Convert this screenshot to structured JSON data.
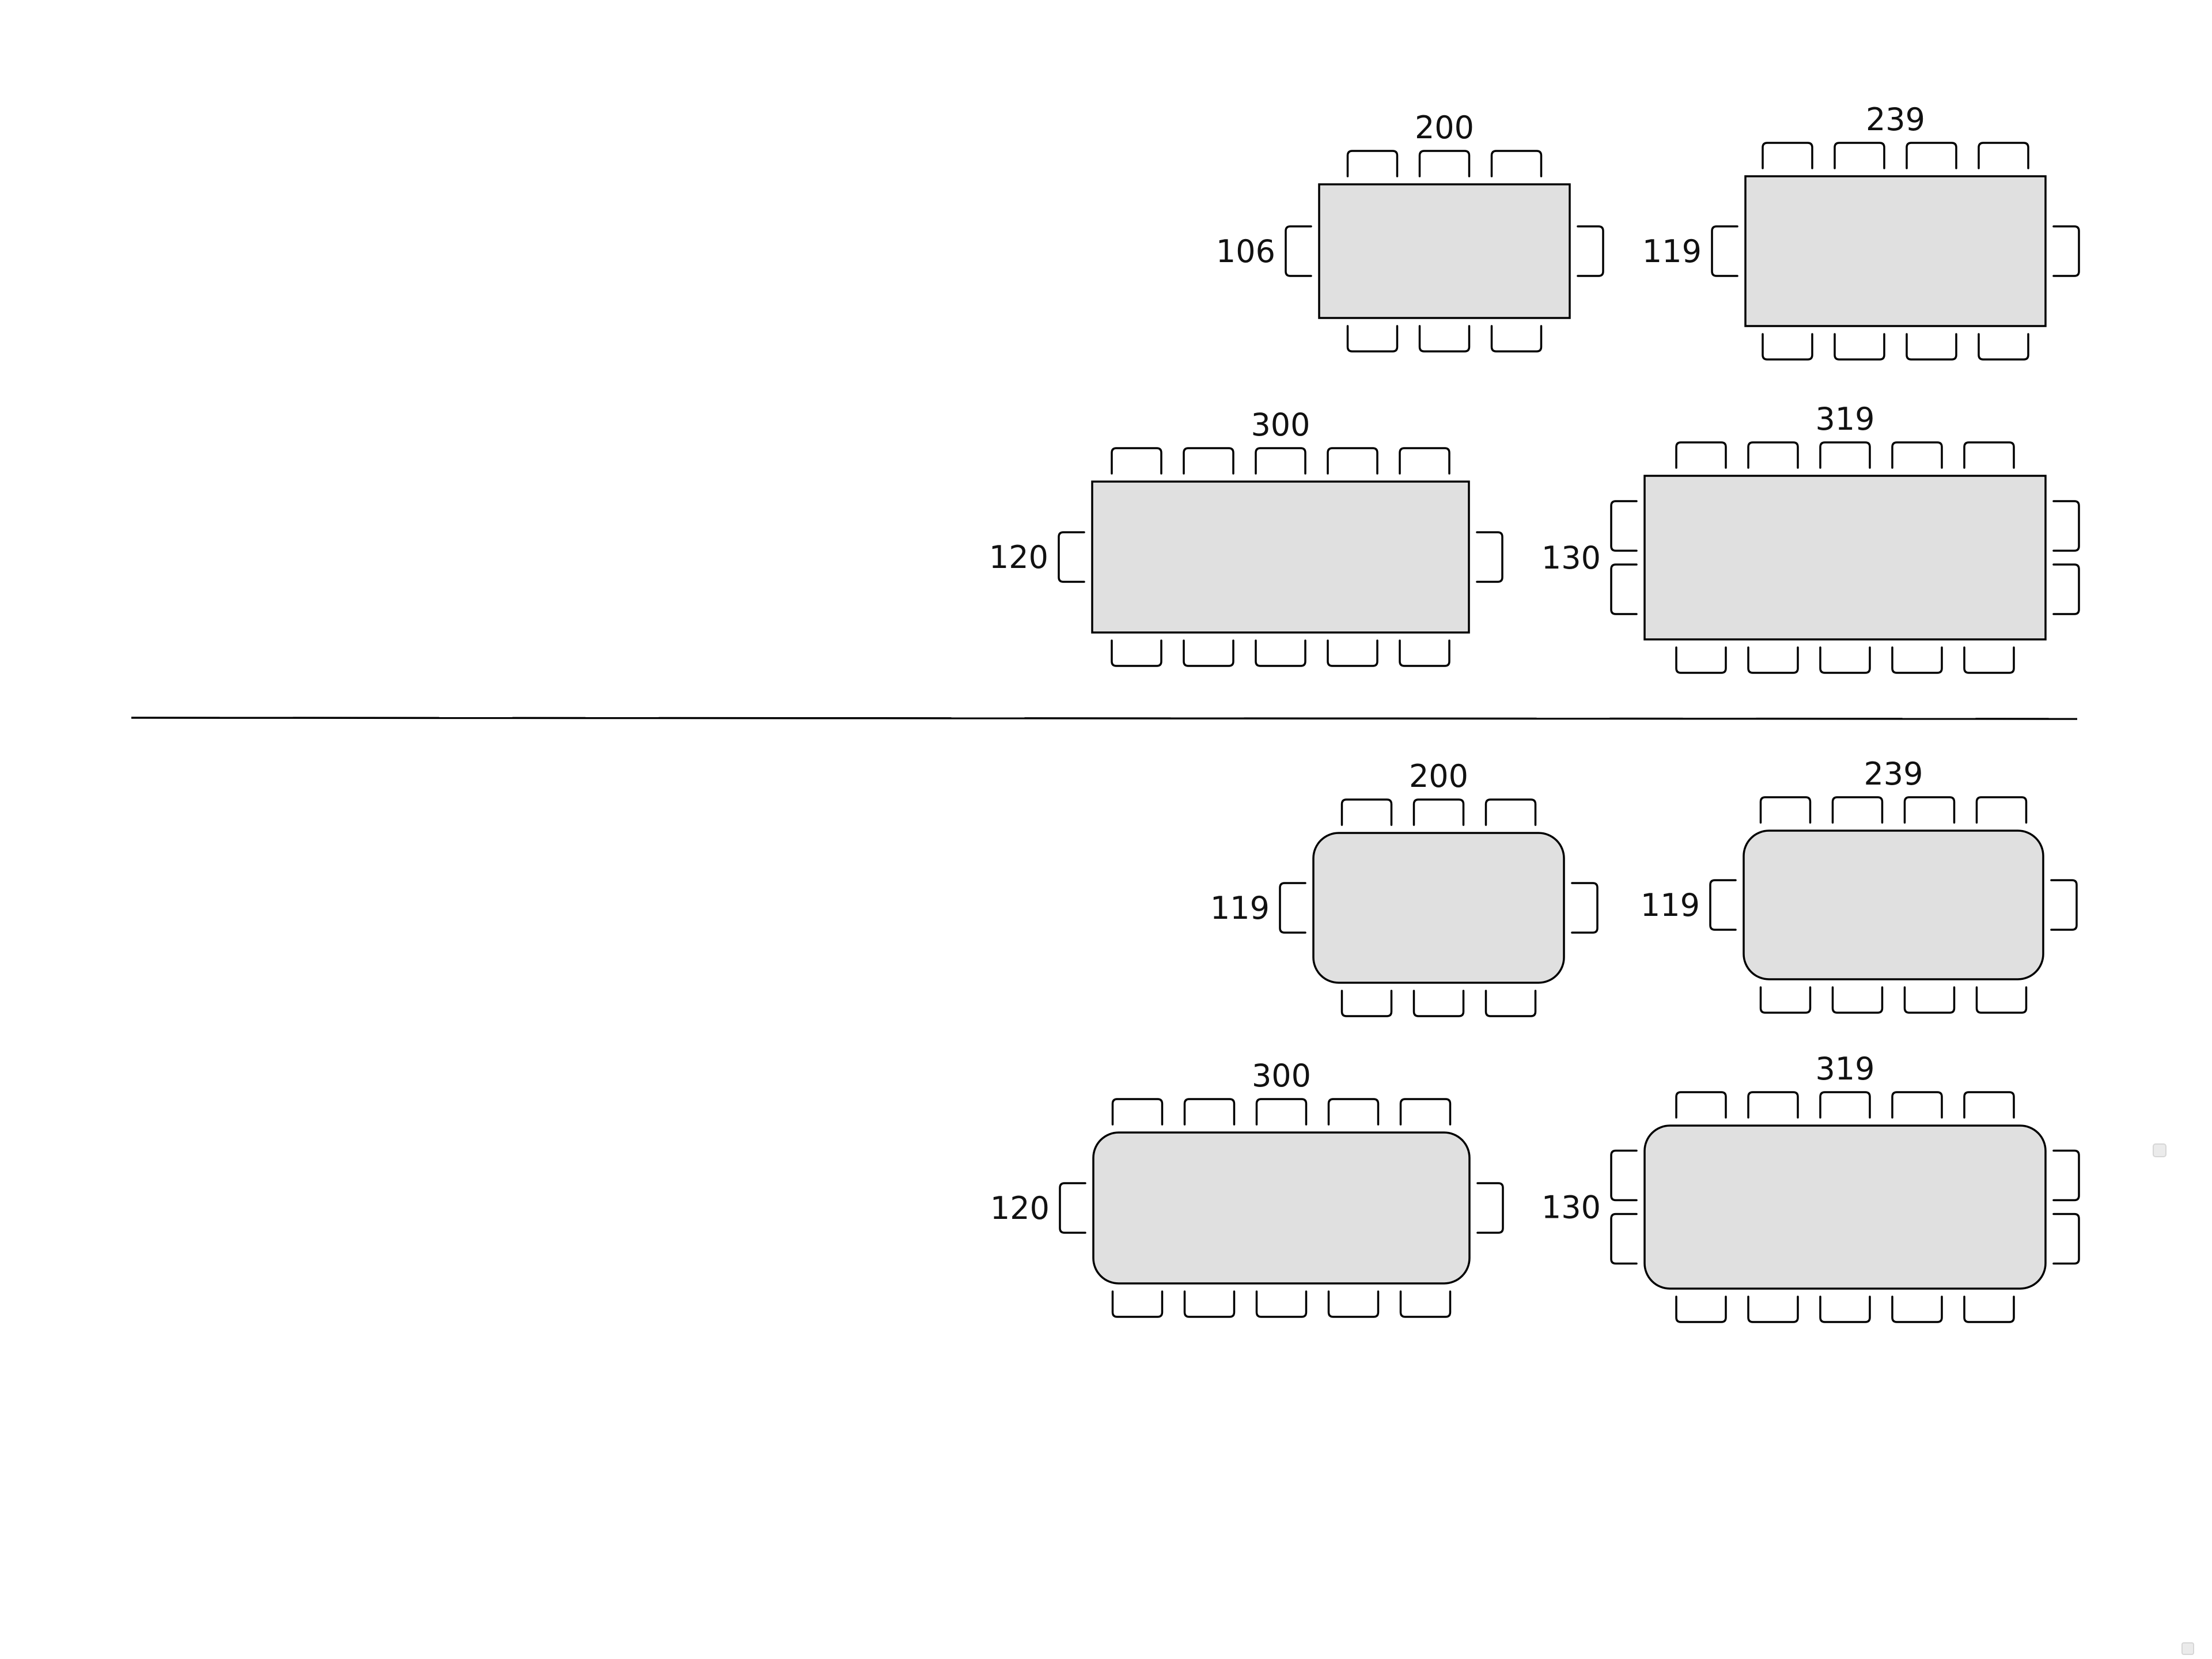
{
  "colors": {
    "table_fill": "#e0e0e0",
    "outline": "#000000"
  },
  "sections": [
    {
      "shape": "rectangular",
      "tables": [
        {
          "width_label": "200",
          "depth_label": "106",
          "chairs_per_long_side": 3,
          "chairs_per_short_side": 1
        },
        {
          "width_label": "239",
          "depth_label": "119",
          "chairs_per_long_side": 4,
          "chairs_per_short_side": 1
        },
        {
          "width_label": "300",
          "depth_label": "120",
          "chairs_per_long_side": 5,
          "chairs_per_short_side": 1
        },
        {
          "width_label": "319",
          "depth_label": "130",
          "chairs_per_long_side": 5,
          "chairs_per_short_side": 2
        }
      ]
    },
    {
      "shape": "rounded-rectangular",
      "tables": [
        {
          "width_label": "200",
          "depth_label": "119",
          "chairs_per_long_side": 3,
          "chairs_per_short_side": 1
        },
        {
          "width_label": "239",
          "depth_label": "119",
          "chairs_per_long_side": 4,
          "chairs_per_short_side": 1
        },
        {
          "width_label": "300",
          "depth_label": "120",
          "chairs_per_long_side": 5,
          "chairs_per_short_side": 1
        },
        {
          "width_label": "319",
          "depth_label": "130",
          "chairs_per_long_side": 5,
          "chairs_per_short_side": 2
        }
      ]
    }
  ]
}
